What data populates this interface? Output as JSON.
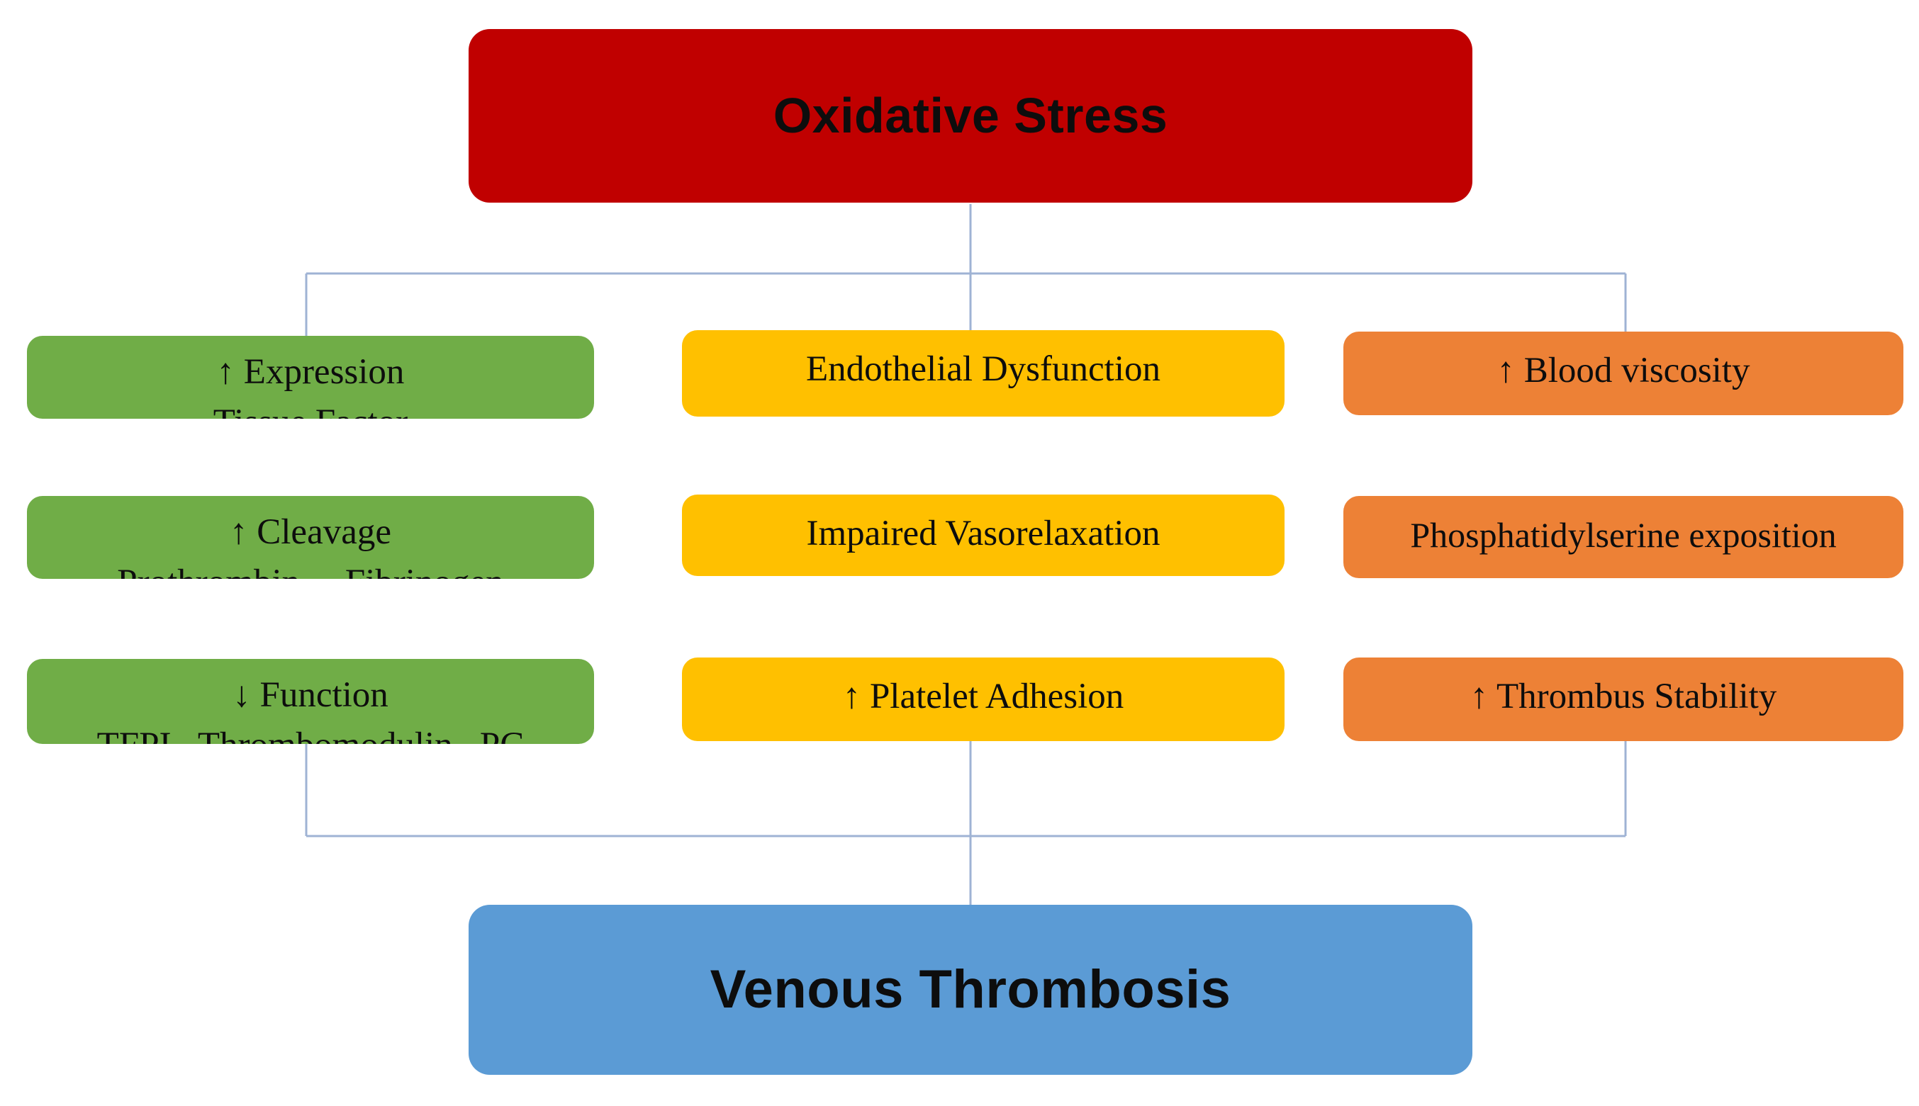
{
  "diagram": {
    "title": "Oxidative Stress leading to Venous Thrombosis",
    "type": "flowchart",
    "colors": {
      "top_node": "#c00000",
      "bottom_node": "#5b9bd5",
      "column_1": "#70ad47",
      "column_2": "#ffc000",
      "column_3": "#ed8136",
      "connector_line": "#9fb3d4",
      "text": "#0d0d0d",
      "background": "#ffffff"
    }
  },
  "top_node": {
    "label": "Oxidative Stress"
  },
  "bottom_node": {
    "label": "Venous Thrombosis"
  },
  "columns": [
    {
      "name": "coagulation-factors",
      "color": "#70ad47",
      "cells": [
        {
          "line1": "↑ Expression",
          "line2": "Tissue Factor"
        },
        {
          "line1": "↑ Cleavage",
          "line2": "Prothrombin     Fibrinogen"
        },
        {
          "line1": "↓ Function",
          "line2": "TFPI   Thrombomodulin   PC"
        }
      ]
    },
    {
      "name": "endothelium",
      "color": "#ffc000",
      "cells": [
        {
          "line1": "Endothelial Dysfunction",
          "line2": ""
        },
        {
          "line1": "Impaired Vasorelaxation",
          "line2": ""
        },
        {
          "line1": "↑ Platelet Adhesion",
          "line2": ""
        }
      ]
    },
    {
      "name": "blood-rheology",
      "color": "#ed8136",
      "cells": [
        {
          "line1": "↑ Blood viscosity",
          "line2": ""
        },
        {
          "line1": "Phosphatidylserine exposition",
          "line2": ""
        },
        {
          "line1": "↑ Thrombus Stability",
          "line2": ""
        }
      ]
    }
  ]
}
